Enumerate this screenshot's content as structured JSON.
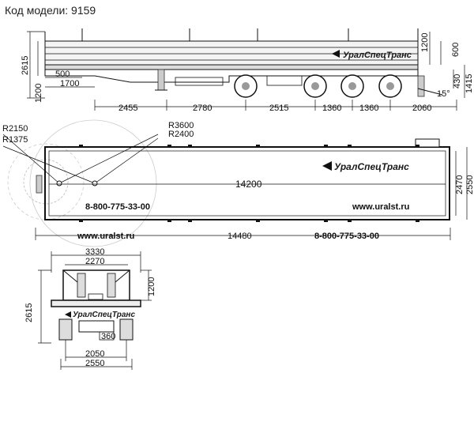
{
  "model_label": "Код модели: 9159",
  "side_view": {
    "dims_left": [
      "2615",
      "1200",
      "500",
      "1700"
    ],
    "dims_right": [
      "1200",
      "600",
      "430",
      "1415"
    ],
    "dims_bottom": [
      "2455",
      "2780",
      "2515",
      "1360",
      "1360",
      "2060"
    ],
    "angle": "15°",
    "logo": "УралСпецТранс"
  },
  "top_view": {
    "radii": [
      "R2150",
      "R1375",
      "R3600",
      "R2400"
    ],
    "length_inner": "14200",
    "length_total": "14480",
    "width_inner": "2470",
    "width_total": "2550",
    "phone": "8-800-775-33-00",
    "site": "www.uralst.ru",
    "logo": "УралСпецТранс"
  },
  "rear_view": {
    "width_top": "3330",
    "width_mid": "2270",
    "height_total": "2615",
    "height_stake": "1200",
    "dim_360": "360",
    "width_axle": "2050",
    "width_total": "2550",
    "logo": "УралСпецТранс"
  }
}
